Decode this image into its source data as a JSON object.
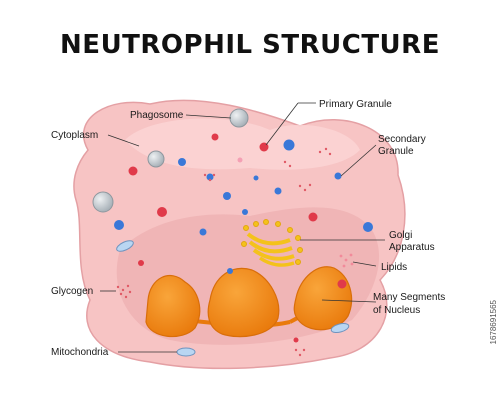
{
  "title": "NEUTROPHIL STRUCTURE",
  "labels": {
    "phagosome": "Phagosome",
    "primary_granule": "Primary Granule",
    "cytoplasm": "Cytoplasm",
    "secondary_granule_line1": "Secondary",
    "secondary_granule_line2": "Granule",
    "golgi_line1": "Golgi",
    "golgi_line2": "Apparatus",
    "lipids": "Lipids",
    "glycogen": "Glycogen",
    "nucleus_line1": "Many Segments",
    "nucleus_line2": "of Nucleus",
    "mitochondria": "Mitochondria"
  },
  "stock_id": "1678691565",
  "colors": {
    "cell_fill": "#f7c4c4",
    "cell_stroke": "#e4a0a4",
    "inner_shade": "#eeb0b2",
    "nucleus": "#f28a1a",
    "nucleus_dark": "#d96e0a",
    "golgi": "#f4c21b",
    "primary_granule": "#e03a4a",
    "secondary_granule": "#3a78d8",
    "phagosome": "#bfc6cc",
    "mitochondria": "#b9d6f2"
  }
}
